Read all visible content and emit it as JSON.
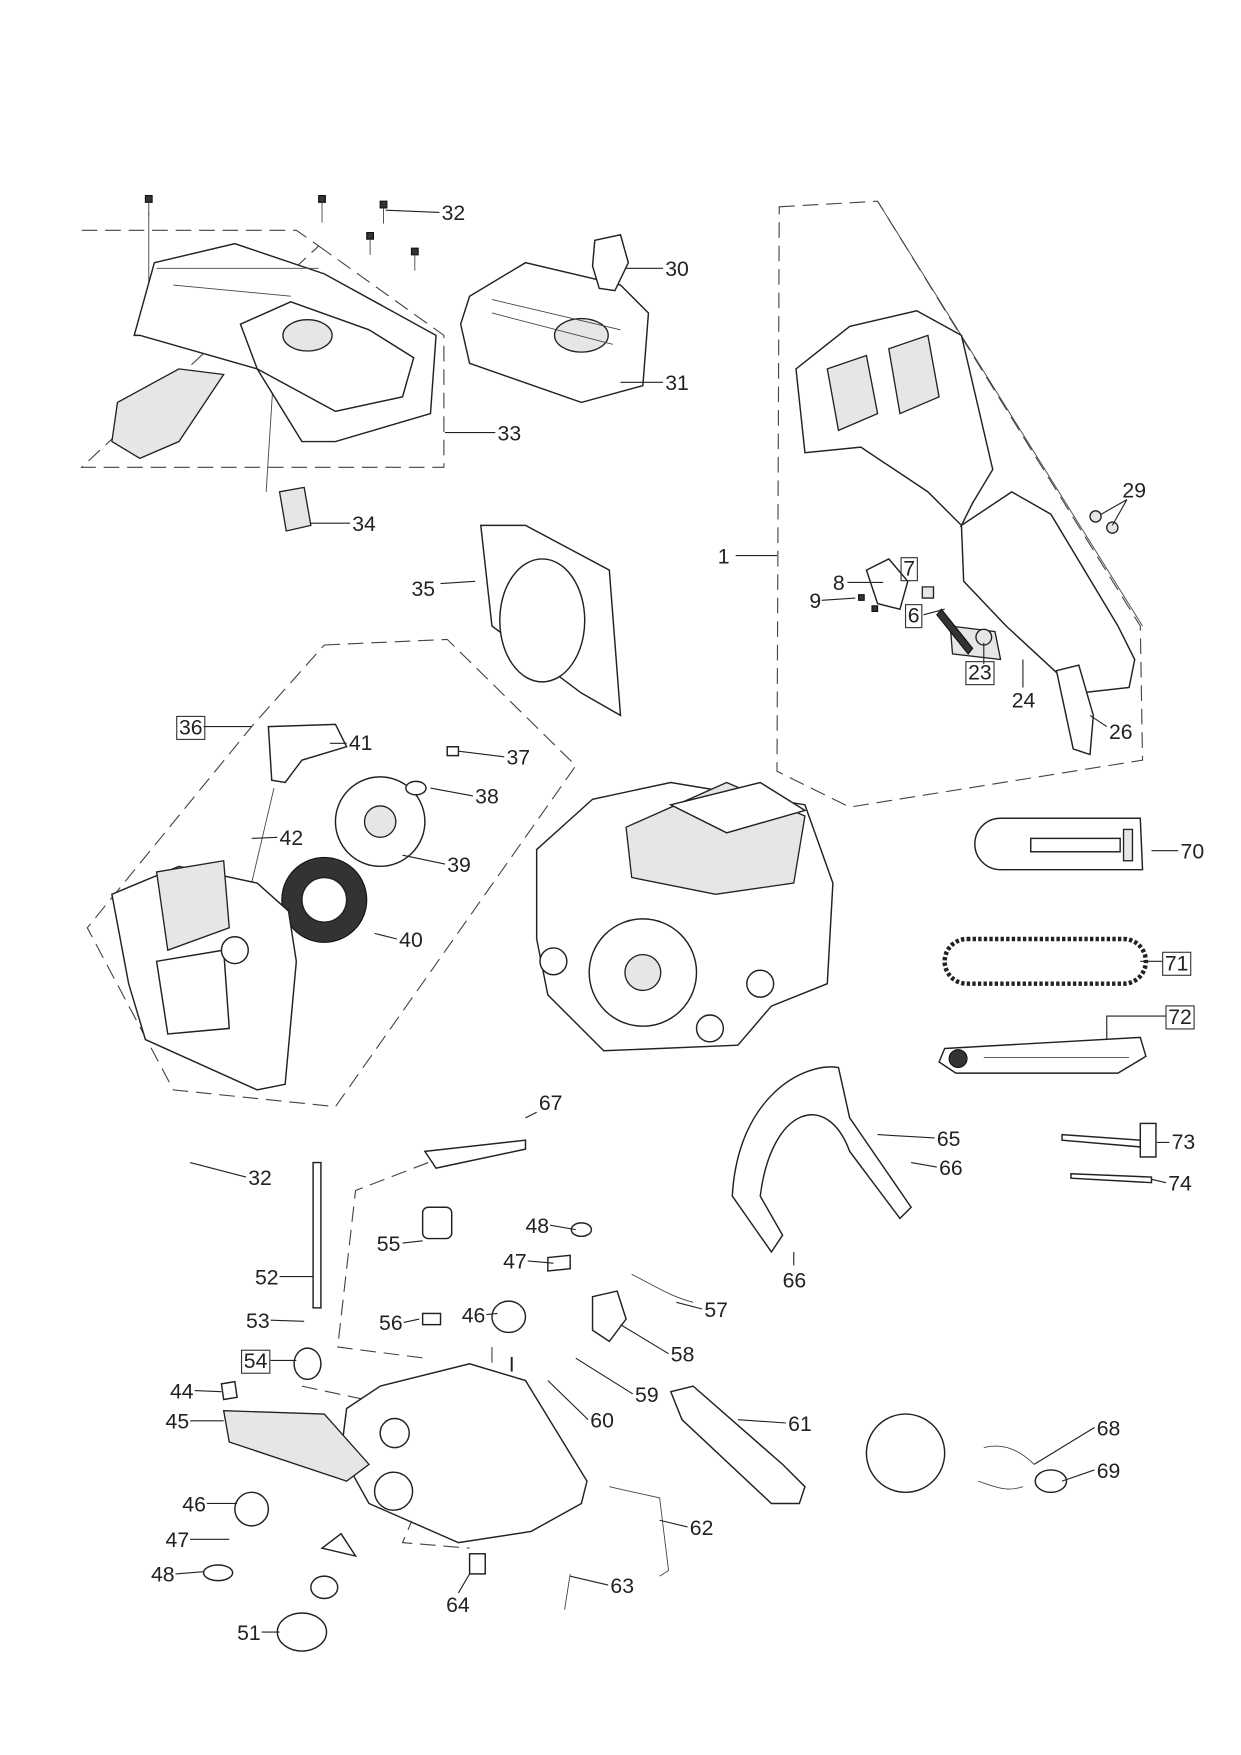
{
  "diagram": {
    "type": "exploded parts diagram",
    "callouts": [
      {
        "label": "32",
        "boxed": false
      },
      {
        "label": "30",
        "boxed": false
      },
      {
        "label": "31",
        "boxed": false
      },
      {
        "label": "33",
        "boxed": false
      },
      {
        "label": "34",
        "boxed": false
      },
      {
        "label": "35",
        "boxed": false
      },
      {
        "label": "1",
        "boxed": false
      },
      {
        "label": "29",
        "boxed": false
      },
      {
        "label": "7",
        "boxed": true
      },
      {
        "label": "8",
        "boxed": false
      },
      {
        "label": "9",
        "boxed": false
      },
      {
        "label": "6",
        "boxed": true
      },
      {
        "label": "23",
        "boxed": true
      },
      {
        "label": "24",
        "boxed": false
      },
      {
        "label": "26",
        "boxed": false
      },
      {
        "label": "36",
        "boxed": true
      },
      {
        "label": "41",
        "boxed": false
      },
      {
        "label": "37",
        "boxed": false
      },
      {
        "label": "38",
        "boxed": false
      },
      {
        "label": "42",
        "boxed": false
      },
      {
        "label": "39",
        "boxed": false
      },
      {
        "label": "40",
        "boxed": false
      },
      {
        "label": "70",
        "boxed": false
      },
      {
        "label": "71",
        "boxed": true
      },
      {
        "label": "72",
        "boxed": true
      },
      {
        "label": "67",
        "boxed": false
      },
      {
        "label": "65",
        "boxed": false
      },
      {
        "label": "73",
        "boxed": false
      },
      {
        "label": "66",
        "boxed": false
      },
      {
        "label": "74",
        "boxed": false
      },
      {
        "label": "32",
        "boxed": false
      },
      {
        "label": "48",
        "boxed": false
      },
      {
        "label": "55",
        "boxed": false
      },
      {
        "label": "47",
        "boxed": false
      },
      {
        "label": "66",
        "boxed": false
      },
      {
        "label": "52",
        "boxed": false
      },
      {
        "label": "57",
        "boxed": false
      },
      {
        "label": "53",
        "boxed": false
      },
      {
        "label": "56",
        "boxed": false
      },
      {
        "label": "46",
        "boxed": false
      },
      {
        "label": "58",
        "boxed": false
      },
      {
        "label": "54",
        "boxed": true
      },
      {
        "label": "I",
        "boxed": false
      },
      {
        "label": "59",
        "boxed": false
      },
      {
        "label": "44",
        "boxed": false
      },
      {
        "label": "60",
        "boxed": false
      },
      {
        "label": "61",
        "boxed": false
      },
      {
        "label": "45",
        "boxed": false
      },
      {
        "label": "68",
        "boxed": false
      },
      {
        "label": "69",
        "boxed": false
      },
      {
        "label": "46",
        "boxed": false
      },
      {
        "label": "62",
        "boxed": false
      },
      {
        "label": "47",
        "boxed": false
      },
      {
        "label": "48",
        "boxed": false
      },
      {
        "label": "63",
        "boxed": false
      },
      {
        "label": "64",
        "boxed": false
      },
      {
        "label": "51",
        "boxed": false
      }
    ]
  }
}
